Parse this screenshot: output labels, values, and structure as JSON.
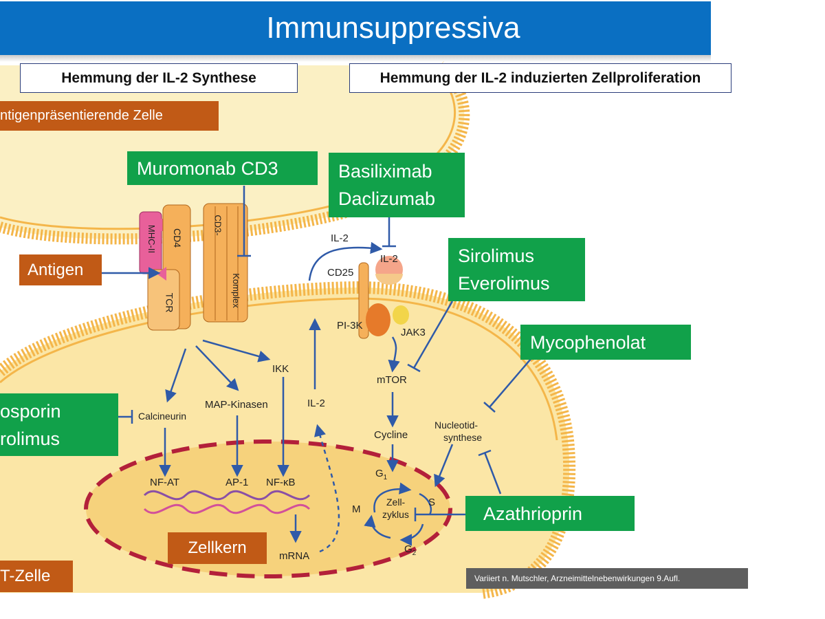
{
  "title": "Immunsuppressiva",
  "headers": {
    "left": "Hemmung der IL-2 Synthese",
    "right": "Hemmung der IL-2 induzierten Zellproliferation"
  },
  "cell_labels": {
    "apc": "ntigenpräsentierende  Zelle",
    "antigen": "Antigen",
    "nucleus": "Zellkern",
    "tcell": "T-Zelle"
  },
  "drugs": {
    "muromonab": "Muromonab CD3",
    "basiliximab": "Basiliximab",
    "daclizumab": "Daclizumab",
    "sirolimus": "Sirolimus",
    "everolimus": "Everolimus",
    "mycophenolat": "Mycophenolat",
    "ciclosporin": "osporin",
    "tacrolimus": "rolimus",
    "azathioprin": "Azathrioprin"
  },
  "receptors": {
    "mhc": "MHC-II",
    "cd4": "CD4",
    "tcr": "TCR",
    "cd3": "CD3-",
    "komplex": "Komplex"
  },
  "pathway": {
    "il2_top": "IL-2",
    "il2_receptor": "IL-2",
    "cd25": "CD25",
    "pi3k": "PI-3K",
    "jak3": "JAK3",
    "ikk": "IKK",
    "map": "MAP-Kinasen",
    "calcineurin": "Calcineurin",
    "nfat": "NF-AT",
    "ap1": "AP-1",
    "nfkb": "NF-κB",
    "il2_mid": "IL-2",
    "mrna": "mRNA",
    "mtor": "mTOR",
    "cycline": "Cycline",
    "nucleotid1": "Nucleotid-",
    "nucleotid2": "synthese",
    "g1": "G",
    "g1_sub": "1",
    "g2": "G",
    "g2_sub": "2",
    "m": "M",
    "s": "S",
    "zell1": "Zell-",
    "zell2": "zyklus"
  },
  "credit": "Variiert n. Mutschler, Arzneimittelnebenwirkungen 9.Aufl.",
  "colors": {
    "title_bg": "#0a6fc2",
    "drug_green": "#11a14a",
    "label_brown": "#c15a16",
    "arrow_blue": "#2f5aa8",
    "membrane_orange": "#e8a43a",
    "nucleus_dash": "#b3203a"
  }
}
